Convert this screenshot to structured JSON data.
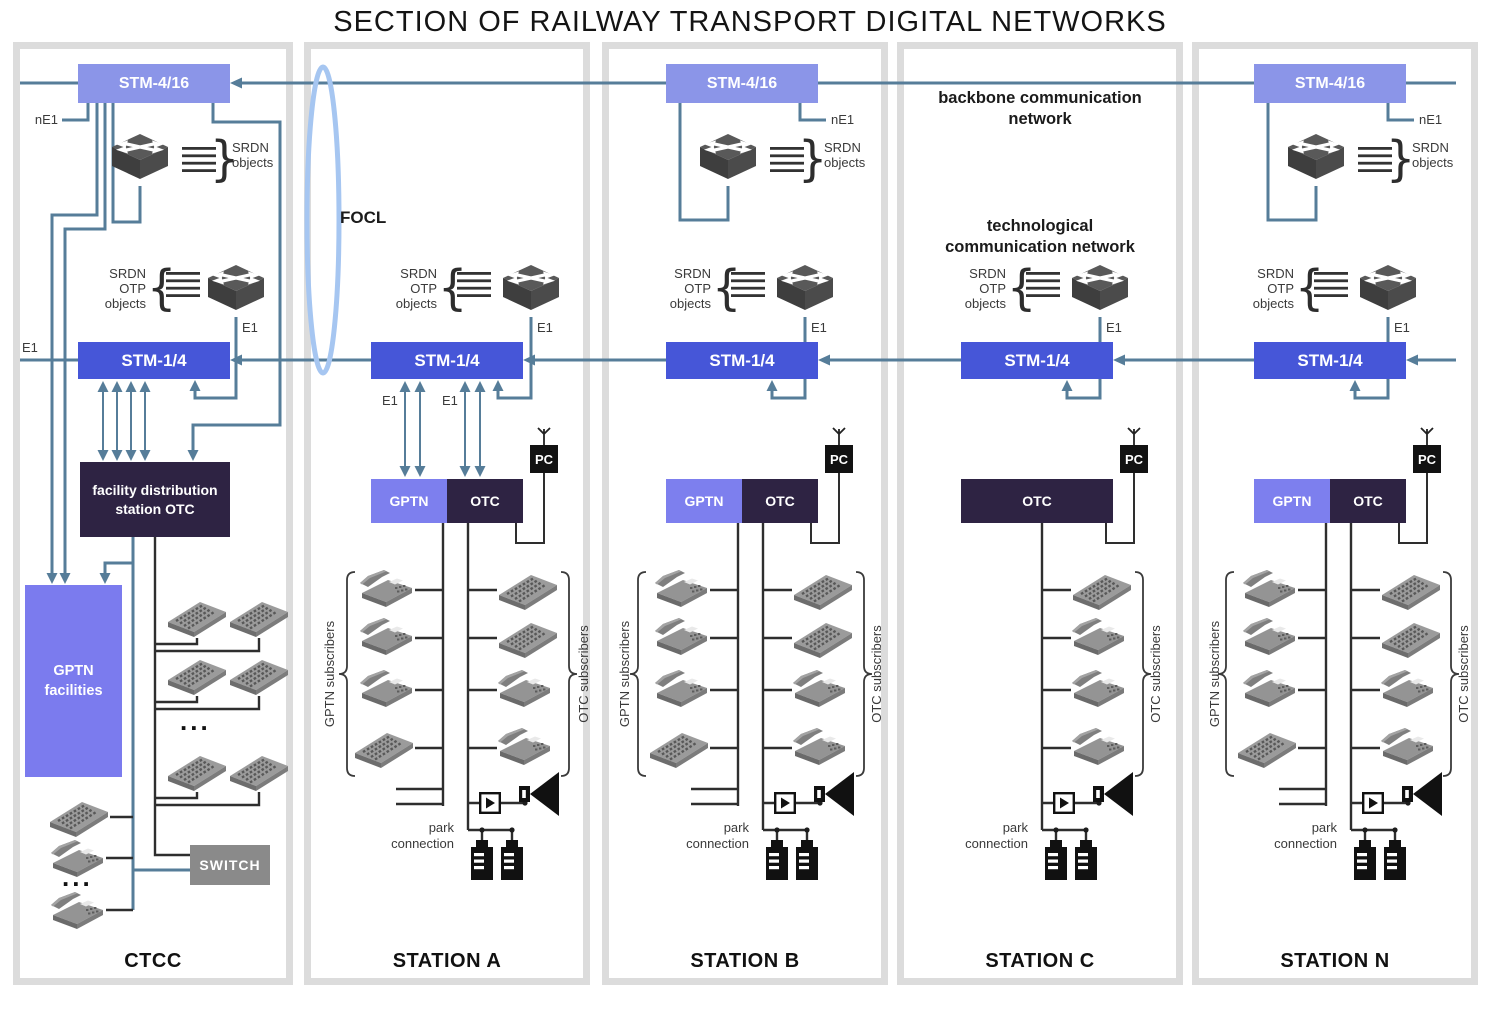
{
  "title": "SECTION OF RAILWAY TRANSPORT DIGITAL NETWORKS",
  "labels": {
    "stm416": "STM-4/16",
    "stm14": "STM-1/4",
    "gptn": "GPTN",
    "otc": "OTC",
    "facility": "facility distribution\nstation OTC",
    "gptn_facilities": "GPTN\nfacilities",
    "switchbox": "SWITCH",
    "pc": "PC",
    "focl": "FOCL",
    "backbone": "backbone communication\nnetwork",
    "technological": "technological\ncommunication network",
    "ne1": "nE1",
    "e1": "E1",
    "srdn_objects": "SRDN\nobjects",
    "srdn_otp_objects": "SRDN OTP\nobjects",
    "gptn_subscribers": "GPTN subscribers",
    "otc_subscribers": "OTC subscribers",
    "park_connection": "park\nconnection",
    "dots": "...",
    "brace_open": "{",
    "brace_close": "}"
  },
  "stations": [
    {
      "name": "CTCC"
    },
    {
      "name": "STATION A"
    },
    {
      "name": "STATION B"
    },
    {
      "name": "STATION C"
    },
    {
      "name": "STATION N"
    }
  ],
  "colors": {
    "stm416": "#8b95e8",
    "stm14": "#4656d8",
    "gptn": "#7d7fee",
    "otc": "#2e2343",
    "switch": "#8a8a8a",
    "pc": "#121212",
    "line": "#567d99",
    "focl_ring": "#a6c6f1",
    "column_border": "#dcdcdc"
  }
}
